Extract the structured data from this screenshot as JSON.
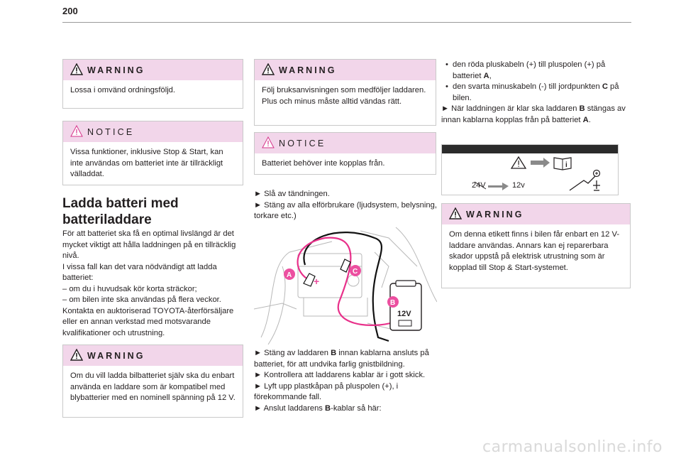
{
  "page": {
    "number": "200",
    "watermark": "carmanualsonline.info"
  },
  "col1": {
    "warning1": {
      "title": "WARNING",
      "body": "Lossa i omvänd ordningsföljd."
    },
    "notice1": {
      "title": "NOTICE",
      "body": "Vissa funktioner, inklusive Stop & Start, kan inte användas om batteriet inte är tillräckligt välladdat."
    },
    "heading": "Ladda batteri med batteriladdare",
    "intro": [
      "För att batteriet ska få en optimal livslängd är det mycket viktigt att hålla laddningen på en tillräcklig nivå.",
      "I vissa fall kan det vara nödvändigt att ladda batteriet:",
      "– om du i huvudsak kör korta sträckor;",
      "– om bilen inte ska användas på flera veckor.",
      "Kontakta en auktoriserad TOYOTA-återförsäljare eller en annan verkstad med motsvarande kvalifikationer och utrustning."
    ],
    "warning2": {
      "title": "WARNING",
      "body": "Om du vill ladda bilbatteriet själv ska du enbart använda en laddare som är kompatibel med blybatterier med en nominell spänning på 12 V."
    }
  },
  "col2": {
    "warning": {
      "title": "WARNING",
      "body": "Följ bruksanvisningen som medföljer laddaren.\nPlus och minus måste alltid vändas rätt."
    },
    "notice": {
      "title": "NOTICE",
      "body": "Batteriet behöver inte kopplas från."
    },
    "steps1": [
      "► Slå av tändningen.",
      "► Stäng av alla elförbrukare (ljudsystem, belysning, torkare etc.)"
    ],
    "figure": {
      "label_a": "A",
      "label_b": "B",
      "label_c": "C",
      "charger_text": "12V"
    },
    "steps2": [
      {
        "pre": "► Stäng av laddaren ",
        "bold": "B",
        "post": " innan kablarna ansluts på batteriet, för att undvika farlig gnistbildning."
      },
      {
        "pre": "► Kontrollera att laddarens kablar är i gott skick.",
        "bold": "",
        "post": ""
      },
      {
        "pre": "► Lyft upp plastkåpan på pluspolen (+), i förekommande fall.",
        "bold": "",
        "post": ""
      },
      {
        "pre": "► Anslut laddarens ",
        "bold": "B",
        "post": "-kablar så här:"
      }
    ]
  },
  "col3": {
    "bullets": [
      {
        "pre": "den röda pluskabeln (+) till pluspolen (+) på batteriet ",
        "bold": "A",
        "post": ","
      },
      {
        "pre": "den svarta minuskabeln (-) till jordpunkten ",
        "bold": "C",
        "post": " på bilen."
      }
    ],
    "step": {
      "pre": "► När laddningen är klar ska laddaren ",
      "bold1": "B",
      "mid": " stängas av innan kablarna kopplas från på batteriet ",
      "bold2": "A",
      "post": "."
    },
    "label": {
      "v24": "24V",
      "v12": "12v"
    },
    "warning": {
      "title": "WARNING",
      "body": "Om denna etikett finns i bilen får enbart en 12 V-laddare användas. Annars kan ej reparerbara skador uppstå på elektrisk utrustning som är kopplad till Stop & Start-systemet."
    }
  },
  "colors": {
    "accent_pink": "#f2d6ea",
    "cable_pink": "#e8308a",
    "marker_pink": "#ec4fa0"
  }
}
